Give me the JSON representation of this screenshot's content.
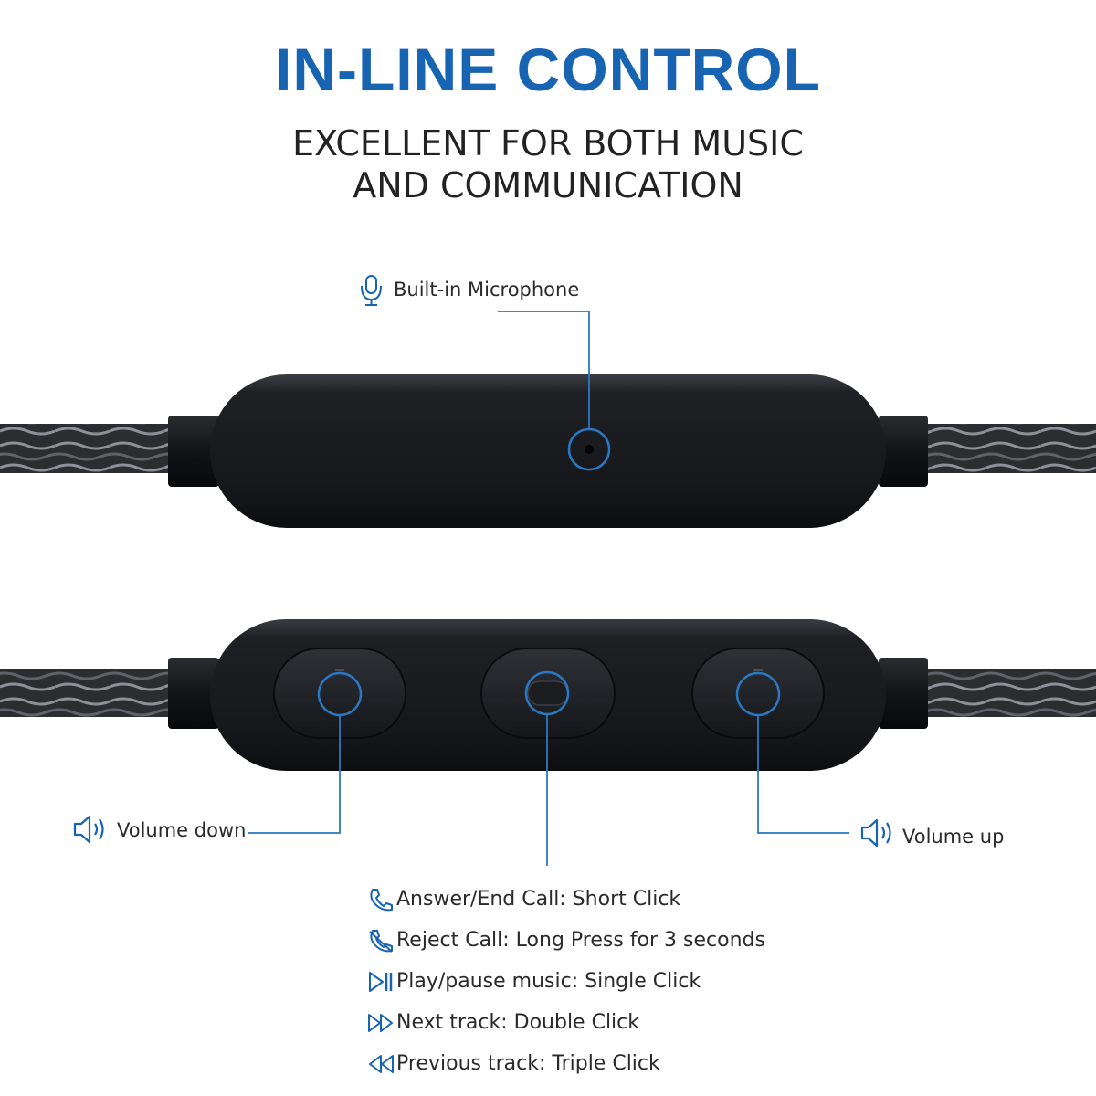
{
  "header": {
    "title": "IN-LINE CONTROL",
    "subtitle_line1": "EXCELLENT FOR BOTH MUSIC",
    "subtitle_line2": "AND COMMUNICATION"
  },
  "callouts": {
    "microphone": {
      "label": "Built-in Microphone",
      "icon": "microphone-icon"
    },
    "volume_down": {
      "label": "Volume down",
      "icon": "speaker-icon"
    },
    "volume_up": {
      "label": "Volume up",
      "icon": "speaker-icon"
    }
  },
  "functions": [
    {
      "icon": "phone-icon",
      "text": "Answer/End Call: Short Click"
    },
    {
      "icon": "phone-off-icon",
      "text": "Reject Call: Long Press for 3 seconds"
    },
    {
      "icon": "play-pause-icon",
      "text": "Play/pause music: Single Click"
    },
    {
      "icon": "fast-forward-icon",
      "text": "Next track: Double Click"
    },
    {
      "icon": "rewind-icon",
      "text": "Previous track: Triple Click"
    }
  ],
  "colors": {
    "accent": "#1764b3",
    "text": "#2a2a2a",
    "controller": "#17191d",
    "callout_line": "#2b78c2"
  }
}
